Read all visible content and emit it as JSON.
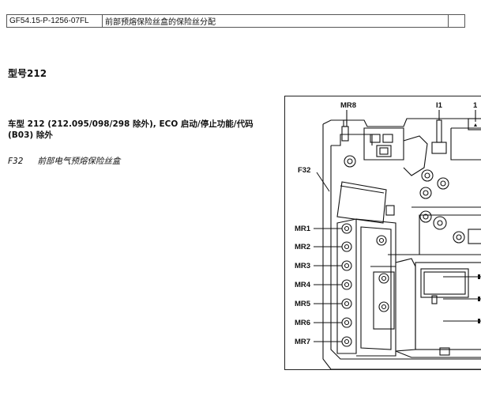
{
  "header": {
    "code": "GF54.15-P-1256-07FL",
    "title": "前部预熔保险丝盒的保险丝分配"
  },
  "model": "型号212",
  "exclusion_text": "车型 212 (212.095/098/298 除外), ECO 启动/停止功能/代码 (B03) 除外",
  "legend": [
    {
      "code": "F32",
      "desc": "前部电气预熔保险丝盒"
    }
  ],
  "figure": {
    "labels": {
      "mr8": "MR8",
      "i1": "I1",
      "one": "1",
      "f32": "F32",
      "mr1": "MR1",
      "mr2": "MR2",
      "mr3": "MR3",
      "mr4": "MR4",
      "mr5": "MR5",
      "mr6": "MR6",
      "mr7": "MR7"
    }
  }
}
